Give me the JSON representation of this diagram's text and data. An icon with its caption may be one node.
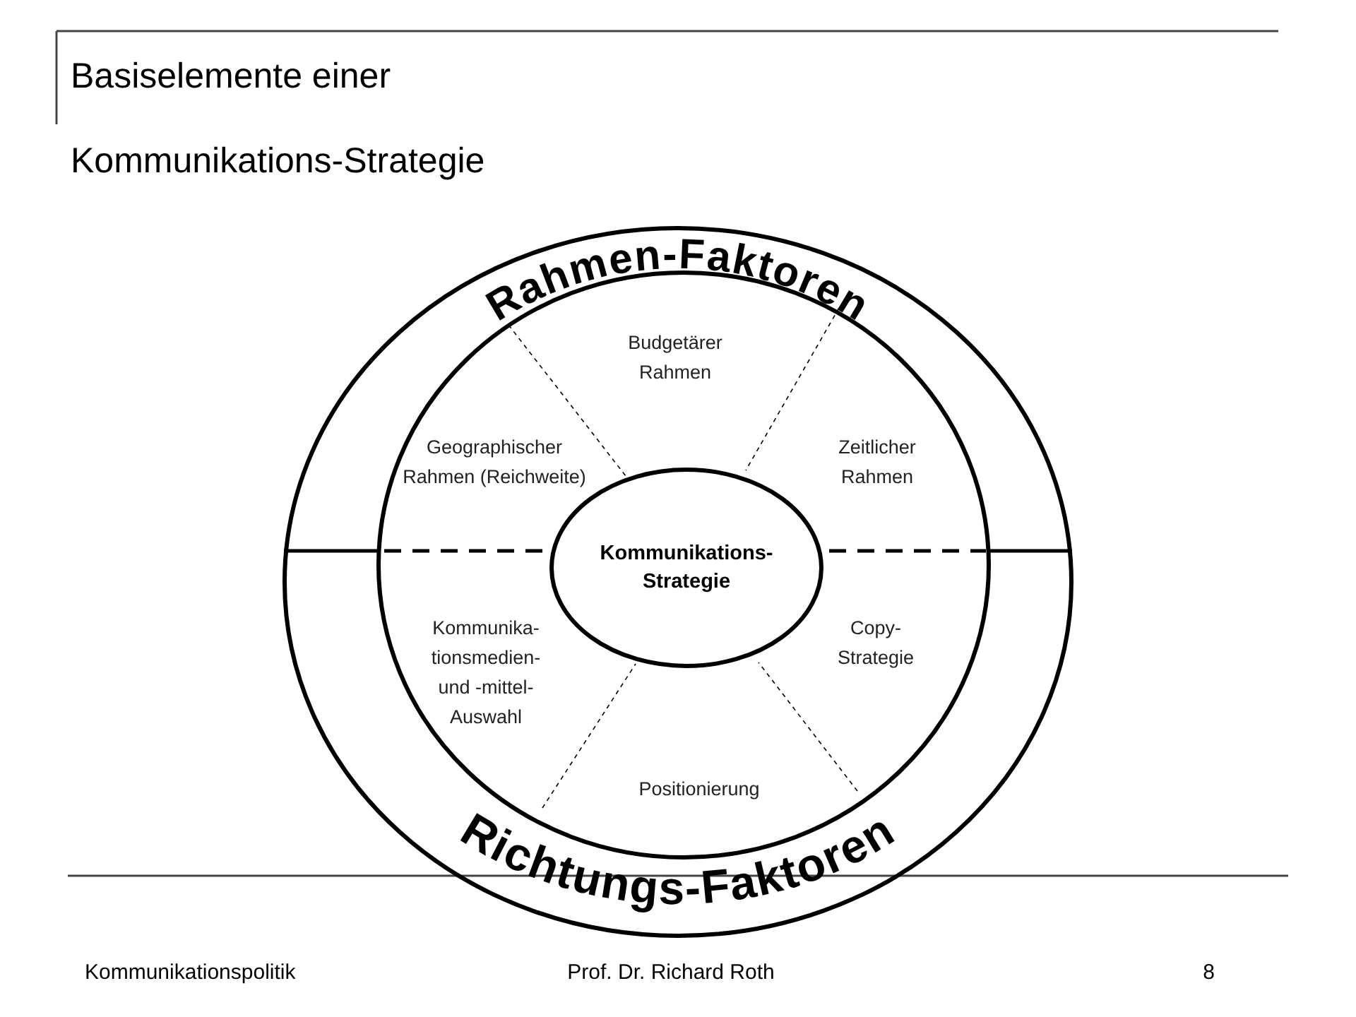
{
  "diagram": {
    "title": "Basiselemente einer Kommunikations-Strategie",
    "nodes": [
      {
        "text": [
          "Rahmen-Faktoren",
          "Richtungs-Faktoren"
        ]
      },
      {
        "text": [
          "Kommunikations- Strategie"
        ],
        "in": 0
      }
    ],
    "edges": [],
    "labels": [
      "Budgetärer Rahmen",
      "Geographischer Rahmen (Reichweite)",
      "Zeitlicher Rahmen",
      "Kommunika- tionsmedien- und -mittel- Auswahl",
      "Copy- Strategie",
      "Positionierung",
      "Kommunikationspolitik",
      "Prof. Dr. Richard Roth",
      "8"
    ]
  }
}
